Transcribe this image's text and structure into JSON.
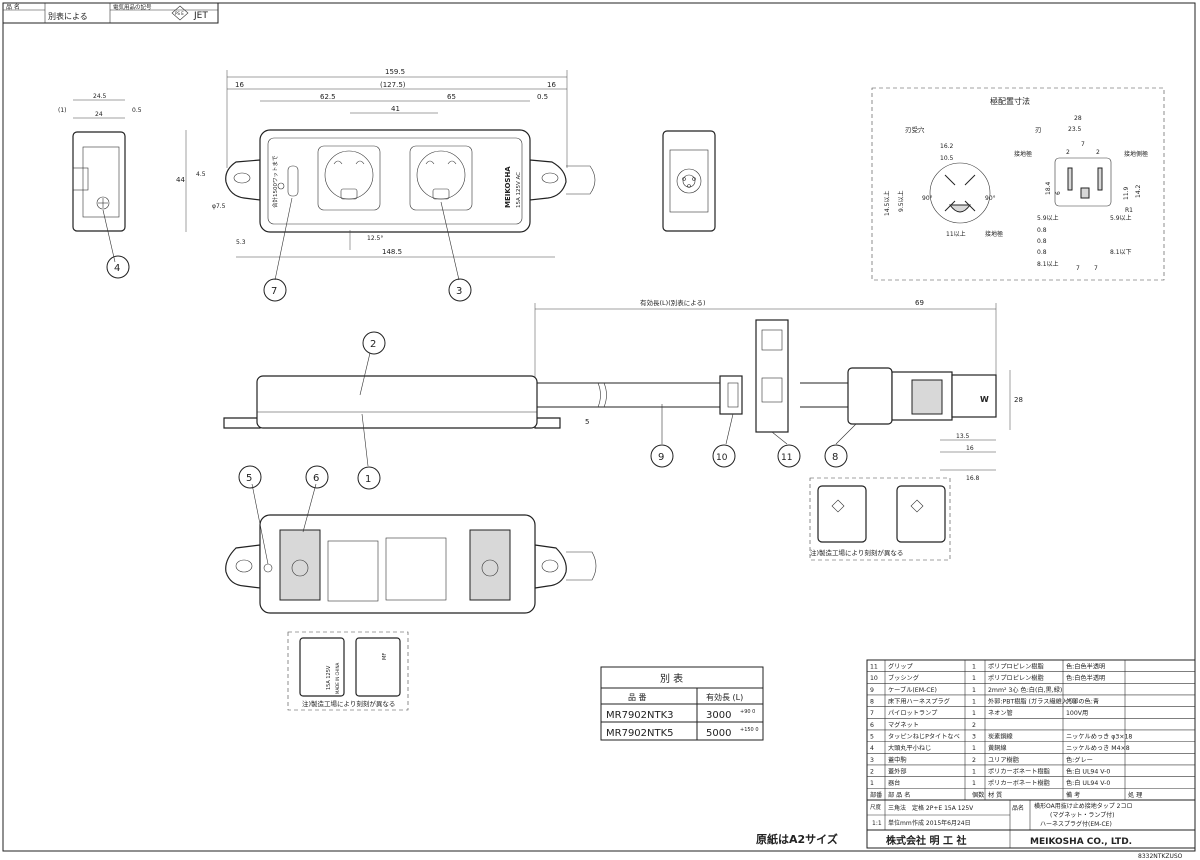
{
  "title_block_top": {
    "hinmei_label": "品 名",
    "hinmei_value": "別表による",
    "mark_label": "電気用品の記号",
    "pse_mark": "PS E",
    "jet": "JET"
  },
  "dims": {
    "d159_5": "159.5",
    "d127_5": "(127.5)",
    "d16a": "16",
    "d16b": "16",
    "d62_5": "62.5",
    "d41": "41",
    "d65": "65",
    "d0_5": "0.5",
    "d44": "44",
    "d4_5": "4.5",
    "d7_5": "φ7.5",
    "d5_3": "5.3",
    "d12_5": "12.5°",
    "d148_5": "148.5",
    "side_24_5": "24.5",
    "side_1": "(1)",
    "side_24": "24",
    "side_0_5": "0.5",
    "eff_len": "有効長(L)(別表による)",
    "d69": "69",
    "d28": "28",
    "d5": "5",
    "d13_5": "13.5",
    "d16_tol": "16",
    "d16_8": "16.8"
  },
  "callouts": [
    "1",
    "2",
    "3",
    "4",
    "5",
    "6",
    "7",
    "8",
    "9",
    "10",
    "11"
  ],
  "top_view_text": {
    "wattage": "合計1500ワットまで",
    "brand": "MEIKOSHA",
    "rating": "15A 125V AC"
  },
  "pin_panel": {
    "title": "極配置寸法",
    "blade_hole": "刃受穴",
    "blade": "刃",
    "ground_pole": "接地極",
    "ground_side_pole": "接地側極",
    "ground": "接地極",
    "v16_2": "16.2",
    "v10_5": "10.5",
    "v90a": "90°",
    "v90b": "90°",
    "v14_5": "14.5以上",
    "v9_5": "9.5以上",
    "v11": "11以上",
    "v28": "28",
    "v23_5": "23.5",
    "v2a": "2",
    "v2b": "2",
    "v7a": "7",
    "v18_4": "18.4",
    "v6": "6",
    "v11_9": "11.9",
    "v14_2": "14.2",
    "v5_9a": "5.9以上",
    "v5_9b": "5.9以上",
    "v0_8a": "0.8",
    "v0_8b": "0.8",
    "v0_8c": "0.8",
    "v8_1a": "8.1以上",
    "v8_1b": "8.1以下",
    "v7b": "7",
    "v7c": "7",
    "r1": "R1"
  },
  "notes": {
    "note_top": "注)製造工場により刻刻が異なる",
    "note_bottom": "注)製造工場により刻刻が異なる"
  },
  "plug_marks": {
    "rating": "15A 125V",
    "made": "MADE IN CHINA",
    "mf": "MF"
  },
  "bettable": {
    "title": "別 表",
    "col1": "品 番",
    "col2": "有効長 (L)",
    "rows": [
      {
        "code": "MR7902NTK3",
        "len": "3000",
        "tol": "+90 0"
      },
      {
        "code": "MR7902NTK5",
        "len": "5000",
        "tol": "+150 0"
      }
    ]
  },
  "parts": {
    "rows": [
      {
        "no": "11",
        "name": "グリップ",
        "qty": "1",
        "mat": "ポリプロピレン樹脂",
        "note": "色:白色半透明"
      },
      {
        "no": "10",
        "name": "ブッシング",
        "qty": "1",
        "mat": "ポリプロピレン樹脂",
        "note": "色:白色半透明"
      },
      {
        "no": "9",
        "name": "ケーブル(EM-CE)",
        "qty": "1",
        "mat": "2mm² 3心 色:白(白,黒,緑)",
        "note": ""
      },
      {
        "no": "8",
        "name": "床下用ハーネスプラグ",
        "qty": "1",
        "mat": "外郭:PBT樹脂 (ガラス繊維入り)",
        "note": "外郭の色:青"
      },
      {
        "no": "7",
        "name": "パイロットランプ",
        "qty": "1",
        "mat": "ネオン管",
        "note": "100V用"
      },
      {
        "no": "6",
        "name": "マグネット",
        "qty": "2",
        "mat": "",
        "note": ""
      },
      {
        "no": "5",
        "name": "タッピンねじPタイトなべ",
        "qty": "3",
        "mat": "炭素鋼線",
        "note": "ニッケルめっき φ3×18"
      },
      {
        "no": "4",
        "name": "大頭丸平小ねじ",
        "qty": "1",
        "mat": "黄銅線",
        "note": "ニッケルめっき M4×8"
      },
      {
        "no": "3",
        "name": "蓋中駒",
        "qty": "2",
        "mat": "ユリア樹脂",
        "note": "色:グレー"
      },
      {
        "no": "2",
        "name": "蓋外部",
        "qty": "1",
        "mat": "ポリカーボネート樹脂",
        "note": "色:白 UL94 V-0"
      },
      {
        "no": "1",
        "name": "器台",
        "qty": "1",
        "mat": "ポリカーボネート樹脂",
        "note": "色:白 UL94 V-0"
      }
    ],
    "header": {
      "no": "部番",
      "name": "部 品 名",
      "qty": "個数",
      "mat": "材 質",
      "proc": "処 理",
      "note": "備 考"
    }
  },
  "title_block": {
    "scale_label": "尺度",
    "scale": "1:1",
    "rating_label": "三角法",
    "rating": "定格 2P+E 15A 125V",
    "unit": "単位mm",
    "date": "作成 2015年6月24日",
    "name_label": "品名",
    "name1": "横形OA用抜け止め接地タップ 2コロ",
    "name2": "(マグネット・ランプ付)",
    "name3": "ハーネスプラグ付(EM-CE)",
    "a2_note": "原紙はA2サイズ",
    "company_jp": "株式会社 明 工 社",
    "company_en": "MEIKOSHA CO., LTD.",
    "drawing_no": "8332NTKZUSO"
  }
}
